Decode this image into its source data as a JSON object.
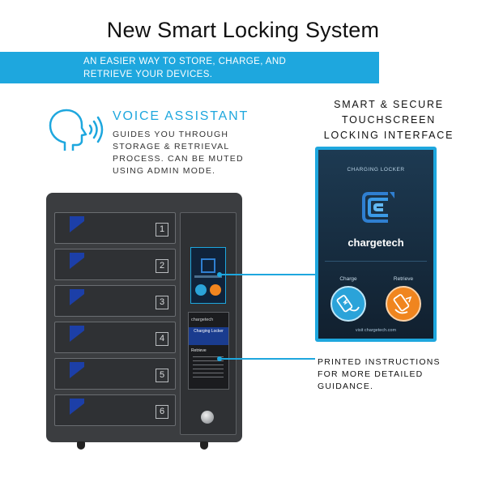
{
  "header": {
    "title": "New Smart Locking System",
    "banner_text": "AN EASIER WAY TO STORE, CHARGE, AND\nRETRIEVE YOUR DEVICES."
  },
  "voice_assistant": {
    "title": "VOICE ASSISTANT",
    "text": "GUIDES YOU THROUGH\nSTORAGE & RETRIEVAL\nPROCESS. CAN BE MUTED\nUSING ADMIN MODE.",
    "icon": "speaking-head-icon"
  },
  "touchscreen": {
    "caption": "SMART & SECURE\nTOUCHSCREEN\nLOCKING INTERFACE",
    "header": "CHARGING LOCKER",
    "brand": "chargetech",
    "charge_label": "Charge",
    "retrieve_label": "Retrieve",
    "url": "visit chargetech.com"
  },
  "instructions": {
    "caption": "PRINTED INSTRUCTIONS\nFOR MORE DETAILED\nGUIDANCE.",
    "sheet_brand": "chargetech",
    "sheet_title": "Charging Locker",
    "sheet_retrieve": "Retrieve"
  },
  "locker": {
    "doors": [
      "1",
      "2",
      "3",
      "4",
      "5",
      "6"
    ]
  },
  "colors": {
    "accent": "#1ea7de",
    "cabinet": "#3b3d40",
    "door_tab": "#1c3fa8",
    "charge_button": "#2ba3d9",
    "retrieve_button": "#f0851f"
  }
}
